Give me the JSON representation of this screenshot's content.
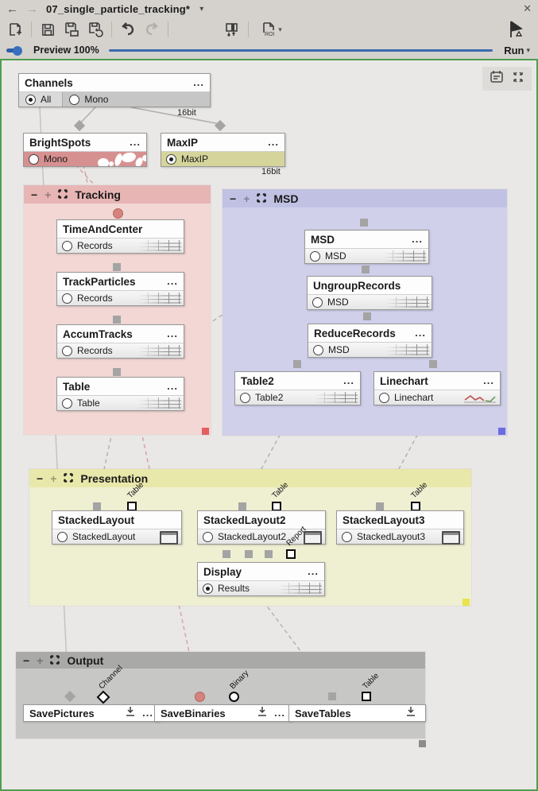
{
  "titlebar": {
    "back": "←",
    "forward": "→",
    "title": "07_single_particle_tracking*",
    "caret": "▾",
    "close": "✕"
  },
  "toolbar": {
    "roi": "ROI",
    "caret": "▾"
  },
  "preview": {
    "label": "Preview 100%",
    "run": "Run",
    "run_caret": "▾"
  },
  "controls": {
    "collapse": "−",
    "expand": "+",
    "menu": "..."
  },
  "palette": {
    "accent_blue": "#3a6aad",
    "canvas_border_green": "#4f9e4f",
    "tracking_pink": "#f2d7d5",
    "msd_lavender": "#d0d0eb",
    "presentation_yellow": "#efefd2",
    "output_gray": "#c7c7c6"
  },
  "canvas": {
    "channels": {
      "title": "Channels",
      "opt_all": "All",
      "opt_mono": "Mono",
      "bit": "16bit"
    },
    "brightspots": {
      "title": "BrightSpots",
      "port": "Mono"
    },
    "maxip": {
      "title": "MaxIP",
      "port": "MaxIP",
      "bit": "16bit"
    },
    "tracking": {
      "title": "Tracking",
      "nodes": [
        {
          "title": "TimeAndCenter",
          "port": "Records"
        },
        {
          "title": "TrackParticles",
          "port": "Records"
        },
        {
          "title": "AccumTracks",
          "port": "Records"
        },
        {
          "title": "Table",
          "port": "Table"
        }
      ]
    },
    "msd": {
      "title": "MSD",
      "nodes": [
        {
          "title": "MSD",
          "port": "MSD"
        },
        {
          "title": "UngroupRecords",
          "port": "MSD"
        },
        {
          "title": "ReduceRecords",
          "port": "MSD"
        },
        {
          "title": "Table2",
          "port": "Table2"
        },
        {
          "title": "Linechart",
          "port": "Linechart"
        }
      ]
    },
    "presentation": {
      "title": "Presentation",
      "nodes": [
        {
          "title": "StackedLayout",
          "port": "StackedLayout"
        },
        {
          "title": "StackedLayout2",
          "port": "StackedLayout2"
        },
        {
          "title": "StackedLayout3",
          "port": "StackedLayout3"
        },
        {
          "title": "Display",
          "port": "Results"
        }
      ]
    },
    "output": {
      "title": "Output",
      "nodes": [
        {
          "title": "SavePictures"
        },
        {
          "title": "SaveBinaries"
        },
        {
          "title": "SaveTables"
        }
      ]
    },
    "labels": {
      "table": "Table",
      "report": "Report",
      "channel": "Channel",
      "binary": "Binary"
    }
  }
}
